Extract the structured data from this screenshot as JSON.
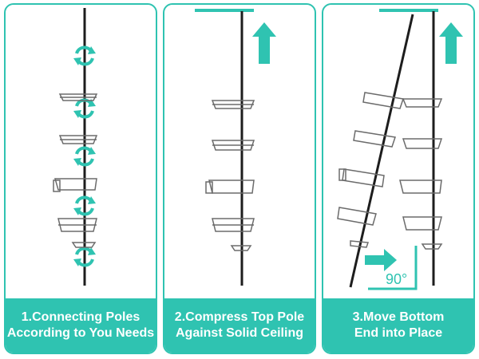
{
  "panels": [
    {
      "line1": "1.Connecting Poles",
      "line2": "According to You Needs"
    },
    {
      "line1": "2.Compress Top Pole",
      "line2": "Against Solid Ceiling"
    },
    {
      "line1": "3.Move Bottom",
      "line2": "End into Place"
    }
  ],
  "angle_label": "90°",
  "colors": {
    "accent": "#2fc3b1",
    "pole": "#1d1d1d",
    "shelf": "#6b6b6b"
  },
  "icons": [
    "rotate-arrows-icon",
    "up-arrow-icon",
    "right-arrow-icon"
  ]
}
